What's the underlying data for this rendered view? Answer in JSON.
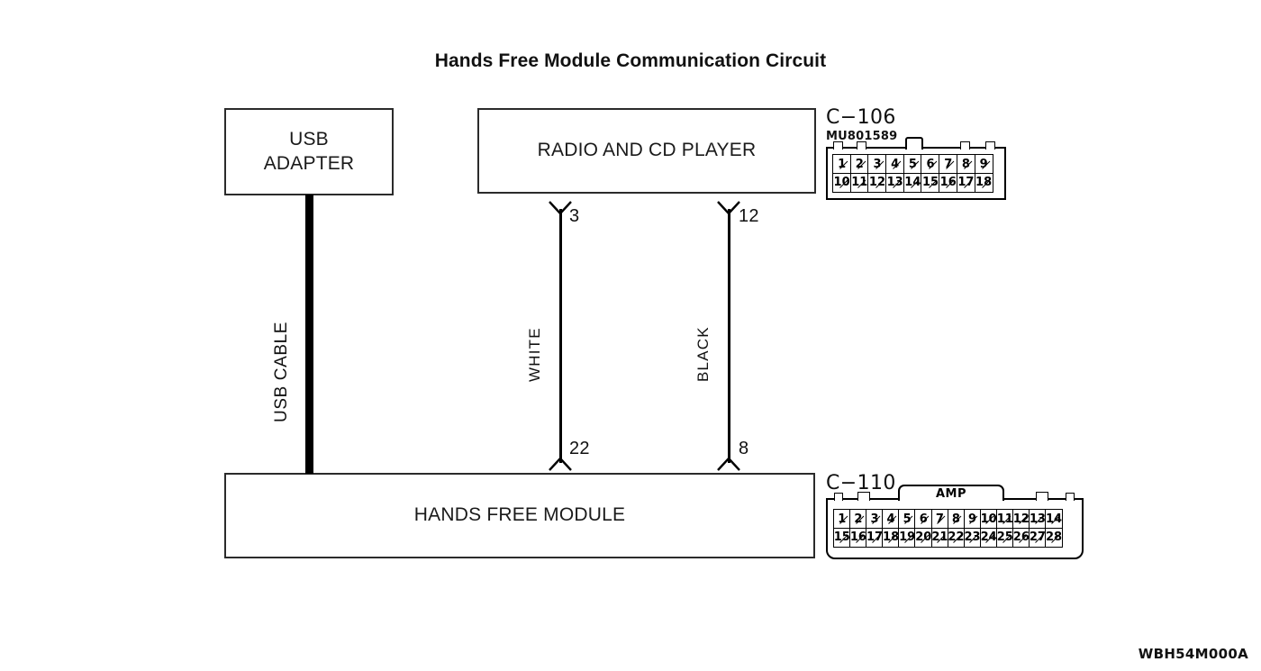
{
  "diagram": {
    "title": "Hands Free Module Communication Circuit",
    "reference_code": "WBH54M000A",
    "line_color": "#000000",
    "background": "#ffffff"
  },
  "components": [
    {
      "id": "usb-adapter",
      "label": "USB\nADAPTER"
    },
    {
      "id": "radio",
      "label": "RADIO AND CD PLAYER"
    },
    {
      "id": "hands-free",
      "label": "HANDS FREE MODULE"
    }
  ],
  "wires": [
    {
      "id": "usb-cable",
      "label": "USB CABLE",
      "style": "thick",
      "from": "USB ADAPTER",
      "to": "HANDS FREE MODULE",
      "top_pin": "",
      "bottom_pin": ""
    },
    {
      "id": "white-wire",
      "label": "WHITE",
      "style": "thin",
      "from": "RADIO AND CD PLAYER",
      "to": "HANDS FREE MODULE",
      "top_pin": "3",
      "bottom_pin": "22"
    },
    {
      "id": "black-wire",
      "label": "BLACK",
      "style": "thin",
      "from": "RADIO AND CD PLAYER",
      "to": "HANDS FREE MODULE",
      "top_pin": "12",
      "bottom_pin": "8"
    }
  ],
  "connectors": [
    {
      "id": "c-106",
      "name": "C−106",
      "part_number": "MU801589",
      "top_row": [
        "1",
        "2",
        "3",
        "4",
        "5",
        "6",
        "7",
        "8",
        "9"
      ],
      "bottom_row": [
        "10",
        "11",
        "12",
        "13",
        "14",
        "15",
        "16",
        "17",
        "18"
      ],
      "tab_label": ""
    },
    {
      "id": "c-110",
      "name": "C−110",
      "part_number": "",
      "top_row": [
        "1",
        "2",
        "3",
        "4",
        "5",
        "6",
        "7",
        "8",
        "9",
        "10",
        "11",
        "12",
        "13",
        "14"
      ],
      "bottom_row": [
        "15",
        "16",
        "17",
        "18",
        "19",
        "20",
        "21",
        "22",
        "23",
        "24",
        "25",
        "26",
        "27",
        "28"
      ],
      "tab_label": "AMP"
    }
  ]
}
